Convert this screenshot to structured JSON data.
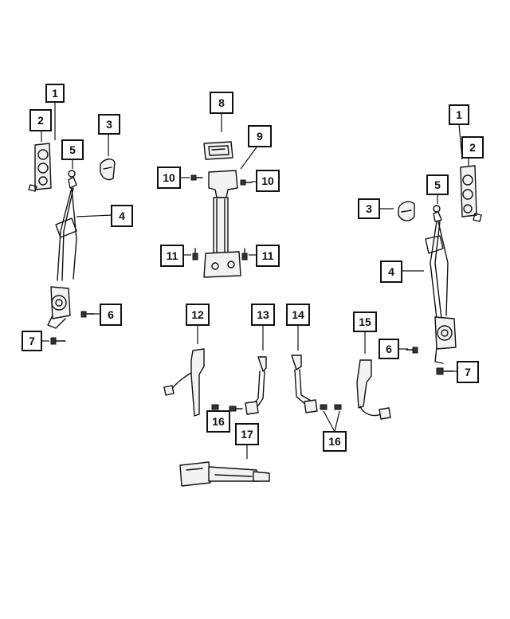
{
  "callouts": {
    "c1_left": "1",
    "c2_left": "2",
    "c3_left": "3",
    "c4_left": "4",
    "c5_left": "5",
    "c6_left": "6",
    "c7_left": "7",
    "c8": "8",
    "c9": "9",
    "c10_left": "10",
    "c10_right": "10",
    "c11_left": "11",
    "c11_right": "11",
    "c12": "12",
    "c13": "13",
    "c14": "14",
    "c15": "15",
    "c16_left": "16",
    "c16_right": "16",
    "c17": "17",
    "c1_right": "1",
    "c2_right": "2",
    "c3_right": "3",
    "c4_right": "4",
    "c5_right": "5",
    "c6_right": "6",
    "c7_right": "7"
  }
}
